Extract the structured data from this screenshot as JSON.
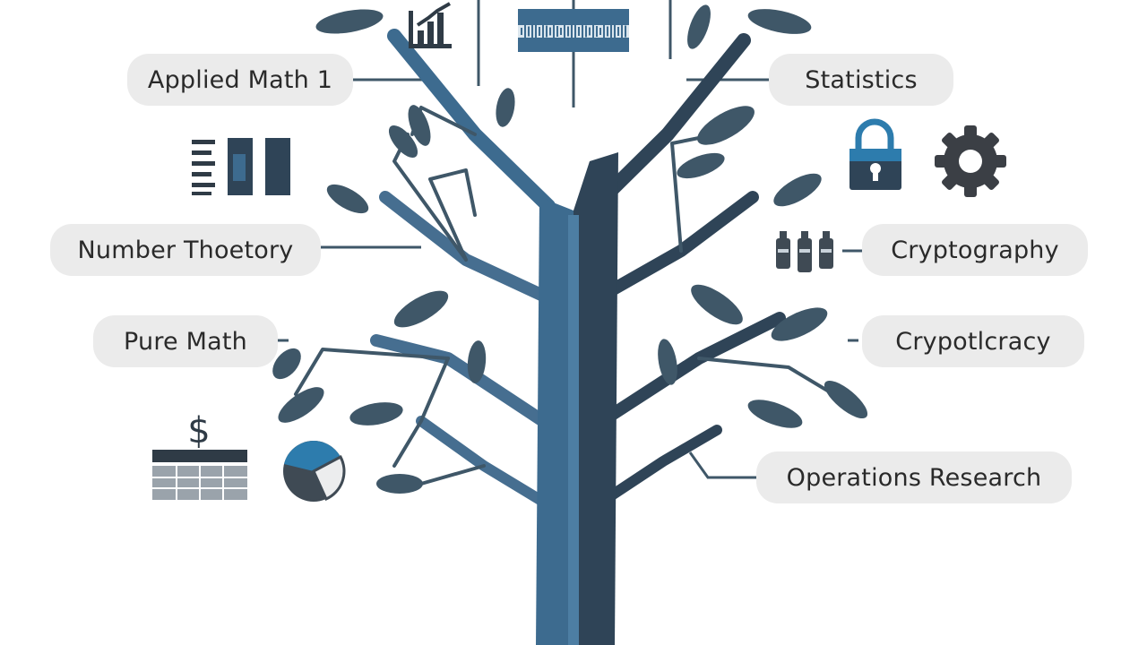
{
  "labels": {
    "applied_math": "Applied Math 1",
    "statistics": "Statistics",
    "number_theory": "Number Thoetory",
    "cryptography": "Cryptography",
    "pure_math": "Pure Math",
    "cryptocracy": "Crypotlcracy",
    "operations_research": "Operations Research",
    "dollar_sign": "$"
  },
  "colors": {
    "trunk": "#3d6b8f",
    "trunk_dark": "#2f4457",
    "branch": "#466e90",
    "leaf": "#3f5768",
    "pill_bg": "#ebebeb",
    "accent_blue": "#2d7cad",
    "icon_dark": "#2f3b46",
    "gear": "#3b3f45"
  },
  "icons": [
    "bar-chart-icon",
    "barcode-signal-icon",
    "document-lines-icon",
    "lock-icon",
    "gear-icon",
    "bottles-icon",
    "dollar-icon",
    "data-table-icon",
    "pie-chart-icon"
  ]
}
